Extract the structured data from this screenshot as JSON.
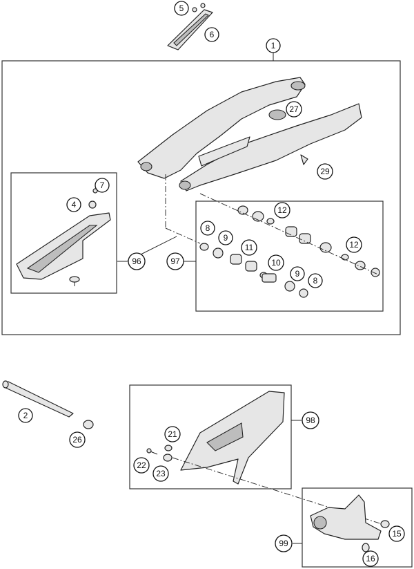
{
  "callouts": [
    {
      "id": "c5",
      "label": "5"
    },
    {
      "id": "c6",
      "label": "6"
    },
    {
      "id": "c1",
      "label": "1"
    },
    {
      "id": "c27",
      "label": "27"
    },
    {
      "id": "c29",
      "label": "29"
    },
    {
      "id": "c7",
      "label": "7"
    },
    {
      "id": "c4",
      "label": "4"
    },
    {
      "id": "c96",
      "label": "96"
    },
    {
      "id": "c12a",
      "label": "12"
    },
    {
      "id": "c8a",
      "label": "8"
    },
    {
      "id": "c9a",
      "label": "9"
    },
    {
      "id": "c11",
      "label": "11"
    },
    {
      "id": "c97",
      "label": "97"
    },
    {
      "id": "c12b",
      "label": "12"
    },
    {
      "id": "c10",
      "label": "10"
    },
    {
      "id": "c9b",
      "label": "9"
    },
    {
      "id": "c8b",
      "label": "8"
    },
    {
      "id": "c2",
      "label": "2"
    },
    {
      "id": "c26",
      "label": "26"
    },
    {
      "id": "c21",
      "label": "21"
    },
    {
      "id": "c98",
      "label": "98"
    },
    {
      "id": "c22",
      "label": "22"
    },
    {
      "id": "c23",
      "label": "23"
    },
    {
      "id": "c15",
      "label": "15"
    },
    {
      "id": "c99",
      "label": "99"
    },
    {
      "id": "c16",
      "label": "16"
    }
  ]
}
